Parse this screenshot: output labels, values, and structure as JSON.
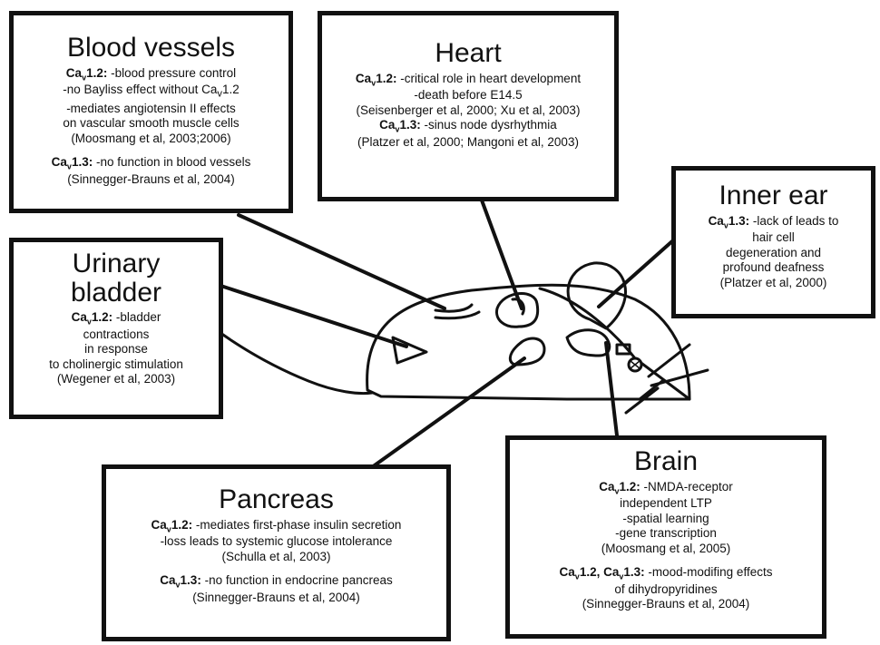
{
  "boxes": {
    "blood_vessels": {
      "title": "Blood vessels",
      "p1_label": "1.2:",
      "p1_lines": [
        "-blood pressure control",
        "-no Bayliss effect without Ca",
        "-mediates angiotensin II effects",
        "on vascular smooth muscle cells",
        "(Moosmang et al, 2003;2006)"
      ],
      "p1_line2_suffix": "1.2",
      "p2_label": "1.3:",
      "p2_lines": [
        "-no function in blood vessels",
        "(Sinnegger-Brauns et al, 2004)"
      ]
    },
    "heart": {
      "title": "Heart",
      "p1_label": "1.2:",
      "p1_lines": [
        "-critical role in heart development",
        "-death before E14.5",
        "(Seisenberger et al, 2000; Xu et al, 2003)"
      ],
      "p2_label": "1.3:",
      "p2_lines": [
        "-sinus node dysrhythmia",
        "(Platzer et al, 2000; Mangoni et al, 2003)"
      ]
    },
    "inner_ear": {
      "title": "Inner ear",
      "p1_label": "1.3:",
      "p1_lines": [
        "-lack of leads to",
        "hair cell",
        "degeneration and",
        "profound deafness",
        "(Platzer et al, 2000)"
      ]
    },
    "urinary_bladder": {
      "title_1": "Urinary",
      "title_2": "bladder",
      "p1_label": "1.2:",
      "p1_lines": [
        "-bladder",
        "contractions",
        "in response",
        "to cholinergic stimulation",
        "(Wegener et al, 2003)"
      ]
    },
    "pancreas": {
      "title": "Pancreas",
      "p1_label": "1.2:",
      "p1_lines": [
        "-mediates first-phase insulin secretion",
        "-loss leads to  systemic glucose intolerance",
        "(Schulla et al, 2003)"
      ],
      "p2_label": "1.3:",
      "p2_lines": [
        "-no function in endocrine pancreas",
        "(Sinnegger-Brauns et al, 2004)"
      ]
    },
    "brain": {
      "title": "Brain",
      "p1_label": "1.2:",
      "p1_lines": [
        "-NMDA-receptor",
        "independent LTP",
        "-spatial learning",
        "-gene transcription",
        "(Moosmang et al, 2005)"
      ],
      "p2_label_a": "1.2, Ca",
      "p2_label_b": "1.3:",
      "p2_lines": [
        "-mood-modifing effects",
        "of dihydropyridines",
        "(Sinnegger-Brauns et al, 2004)"
      ]
    }
  },
  "symbol": {
    "ca": "Ca",
    "sub": "v"
  },
  "colors": {
    "ink": "#111111",
    "background": "#ffffff"
  }
}
